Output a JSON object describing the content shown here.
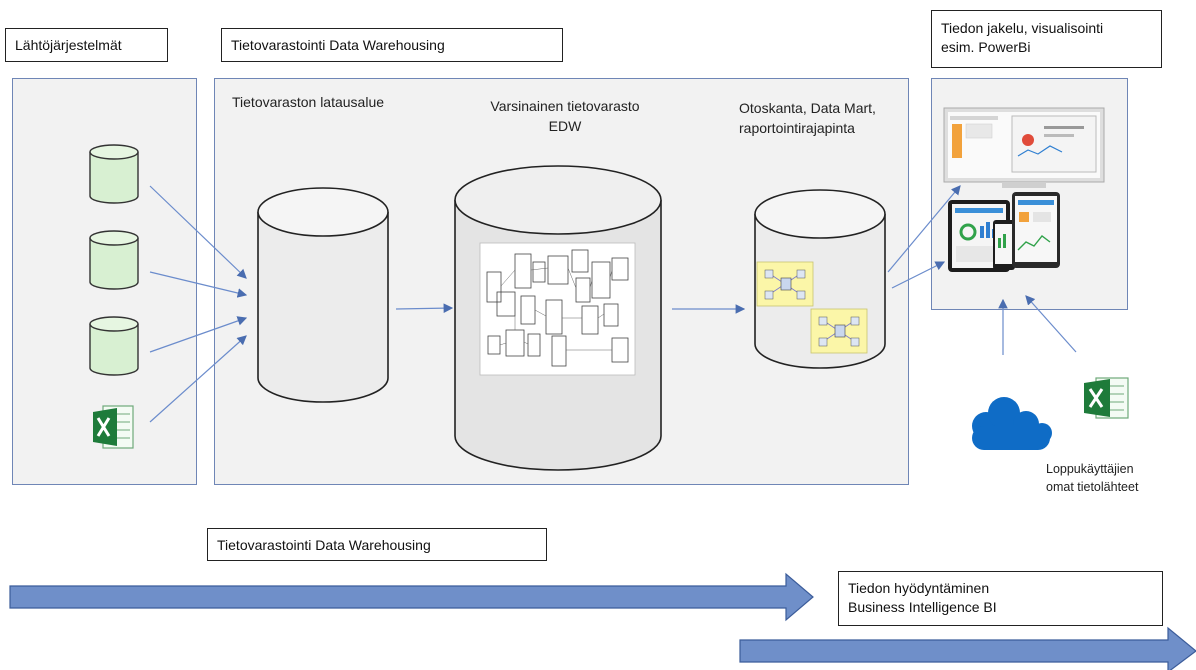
{
  "boxes": {
    "sources": "Lähtöjärjestelmät",
    "warehousing": "Tietovarastointi Data Warehousing",
    "distribution_line1": "Tiedon jakelu, visualisointi",
    "distribution_line2": "esim. PowerBi"
  },
  "warehouse": {
    "staging_label": "Tietovaraston latausalue",
    "edw_line1": "Varsinainen tietovarasto",
    "edw_line2": "EDW",
    "datamart_line1": "Otoskanta, Data Mart,",
    "datamart_line2": "raportointirajapinta"
  },
  "end_user": {
    "line1": "Loppukäyttäjien",
    "line2": "omat tietolähteet"
  },
  "timeline": {
    "warehousing_label": "Tietovarastointi Data Warehousing",
    "bi_line1": "Tiedon hyödyntäminen",
    "bi_line2": "Business Intelligence BI"
  },
  "colors": {
    "arrow_fill": "#6f8fc9",
    "arrow_stroke": "#3b5c9a",
    "panel_border": "#6f86b6",
    "db_green": "#d8f0d2",
    "cylinder_gray": "#e9e9e9",
    "cloud_blue": "#0f6cc6",
    "excel_green": "#1e7b3a"
  },
  "icons": [
    "database-icon",
    "excel-icon",
    "cloud-icon",
    "devices-icon"
  ]
}
